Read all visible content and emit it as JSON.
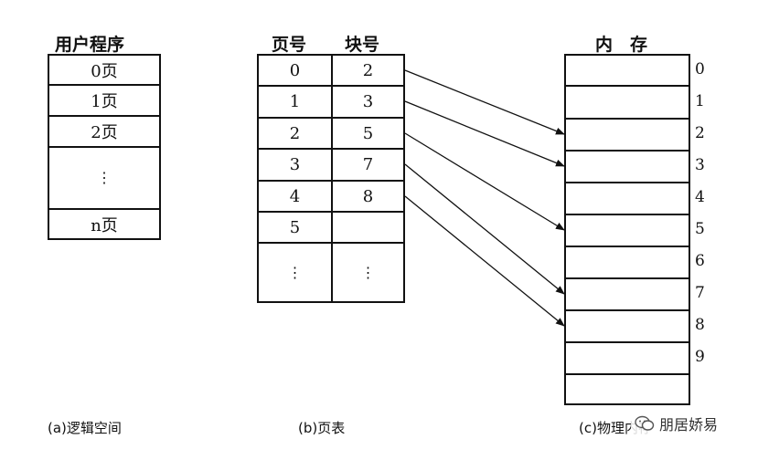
{
  "logical_space": {
    "title": "用户程序",
    "rows": [
      "0页",
      "1页",
      "2页",
      "⋮",
      "n页"
    ],
    "caption": "(a)逻辑空间"
  },
  "page_table": {
    "col_page": "页号",
    "col_block": "块号",
    "rows": [
      {
        "page": "0",
        "block": "2"
      },
      {
        "page": "1",
        "block": "3"
      },
      {
        "page": "2",
        "block": "5"
      },
      {
        "page": "3",
        "block": "7"
      },
      {
        "page": "4",
        "block": "8"
      },
      {
        "page": "5",
        "block": ""
      },
      {
        "page": "⋮",
        "block": "⋮"
      }
    ],
    "caption": "(b)页表"
  },
  "memory": {
    "title": "内　存",
    "blocks": [
      "0",
      "1",
      "2",
      "3",
      "4",
      "5",
      "6",
      "7",
      "8",
      "9"
    ],
    "caption": "(c)物理内存"
  },
  "mappings": [
    {
      "from_row": 0,
      "to_block": 2
    },
    {
      "from_row": 1,
      "to_block": 3
    },
    {
      "from_row": 2,
      "to_block": 5
    },
    {
      "from_row": 3,
      "to_block": 7
    },
    {
      "from_row": 4,
      "to_block": 8
    }
  ],
  "watermark": {
    "text": "朋居娇易"
  }
}
